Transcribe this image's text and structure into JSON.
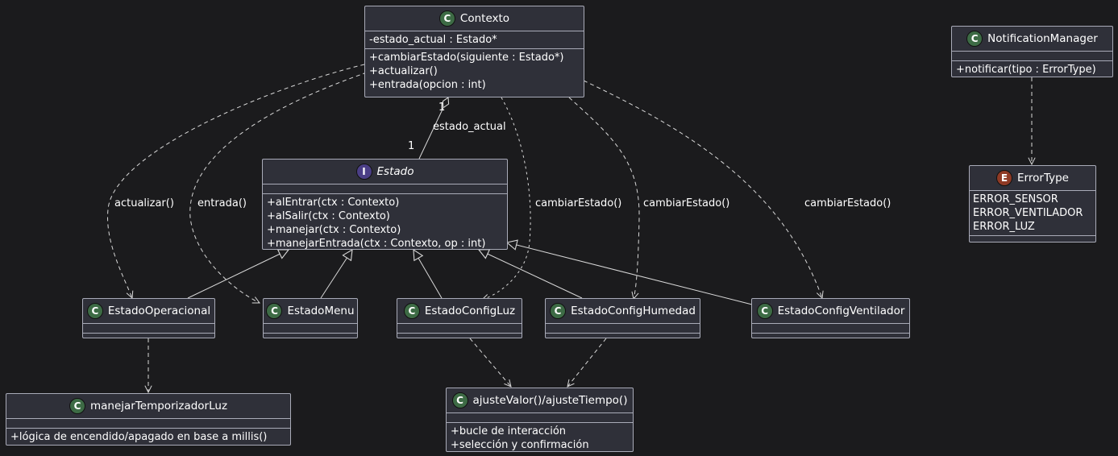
{
  "classes": {
    "contexto": {
      "stereotype": "C",
      "name": "Contexto",
      "fields": [
        "-estado_actual : Estado*"
      ],
      "methods": [
        "+cambiarEstado(siguiente : Estado*)",
        "+actualizar()",
        "+entrada(opcion : int)"
      ]
    },
    "notification_manager": {
      "stereotype": "C",
      "name": "NotificationManager",
      "fields": [],
      "methods": [
        "+notificar(tipo : ErrorType)"
      ]
    },
    "error_type": {
      "stereotype": "E",
      "name": "ErrorType",
      "values": [
        "ERROR_SENSOR",
        "ERROR_VENTILADOR",
        "ERROR_LUZ"
      ]
    },
    "estado": {
      "stereotype": "I",
      "name": "Estado",
      "fields": [],
      "methods": [
        "+alEntrar(ctx : Contexto)",
        "+alSalir(ctx : Contexto)",
        "+manejar(ctx : Contexto)",
        "+manejarEntrada(ctx : Contexto, op : int)"
      ]
    },
    "estado_operacional": {
      "stereotype": "C",
      "name": "EstadoOperacional"
    },
    "estado_menu": {
      "stereotype": "C",
      "name": "EstadoMenu"
    },
    "estado_config_luz": {
      "stereotype": "C",
      "name": "EstadoConfigLuz"
    },
    "estado_config_humedad": {
      "stereotype": "C",
      "name": "EstadoConfigHumedad"
    },
    "estado_config_ventilador": {
      "stereotype": "C",
      "name": "EstadoConfigVentilador"
    },
    "manejar_temporizador_luz": {
      "stereotype": "C",
      "name": "manejarTemporizadorLuz",
      "fields": [],
      "methods": [
        "+lógica de encendido/apagado en base a millis()"
      ]
    },
    "ajuste_valor": {
      "stereotype": "C",
      "name": "ajusteValor()/ajusteTiempo()",
      "fields": [],
      "methods": [
        "+bucle de interacción",
        "+selección y confirmación"
      ]
    }
  },
  "edge_labels": {
    "actualizar": "actualizar()",
    "entrada": "entrada()",
    "cambiar_luz": "cambiarEstado()",
    "cambiar_humedad": "cambiarEstado()",
    "cambiar_ventilador": "cambiarEstado()",
    "estado_actual": "estado_actual",
    "mult_contexto": "1",
    "mult_estado": "1"
  },
  "colors": {
    "background": "#1b1b1d",
    "box_fill": "#2f3039",
    "box_border": "#a9abb8",
    "edge": "#d8d8d8",
    "class_badge": "#3d6b45",
    "interface_badge": "#4b3f86",
    "enum_badge": "#8f3a25"
  }
}
